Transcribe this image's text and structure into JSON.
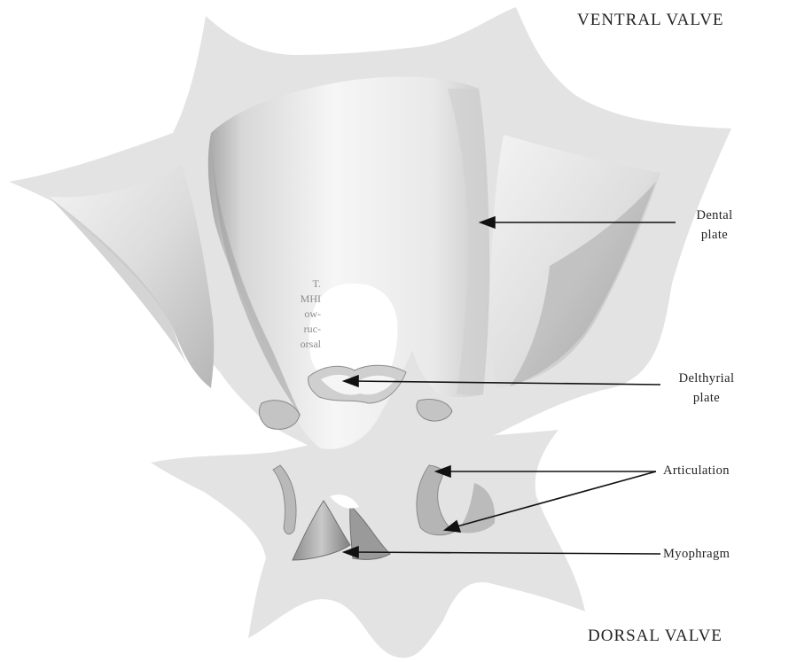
{
  "titles": {
    "ventral": "VENTRAL VALVE",
    "dorsal": "DORSAL VALVE"
  },
  "labels": {
    "dental_plate": [
      "Dental",
      "plate"
    ],
    "delthyrial_plate": [
      "Delthyrial",
      "plate"
    ],
    "articulation": "Articulation",
    "myophragm": "Myophragm"
  },
  "caption_fragment": [
    "T.",
    "MHI",
    "ow-",
    "ruc-",
    "orsal"
  ]
}
